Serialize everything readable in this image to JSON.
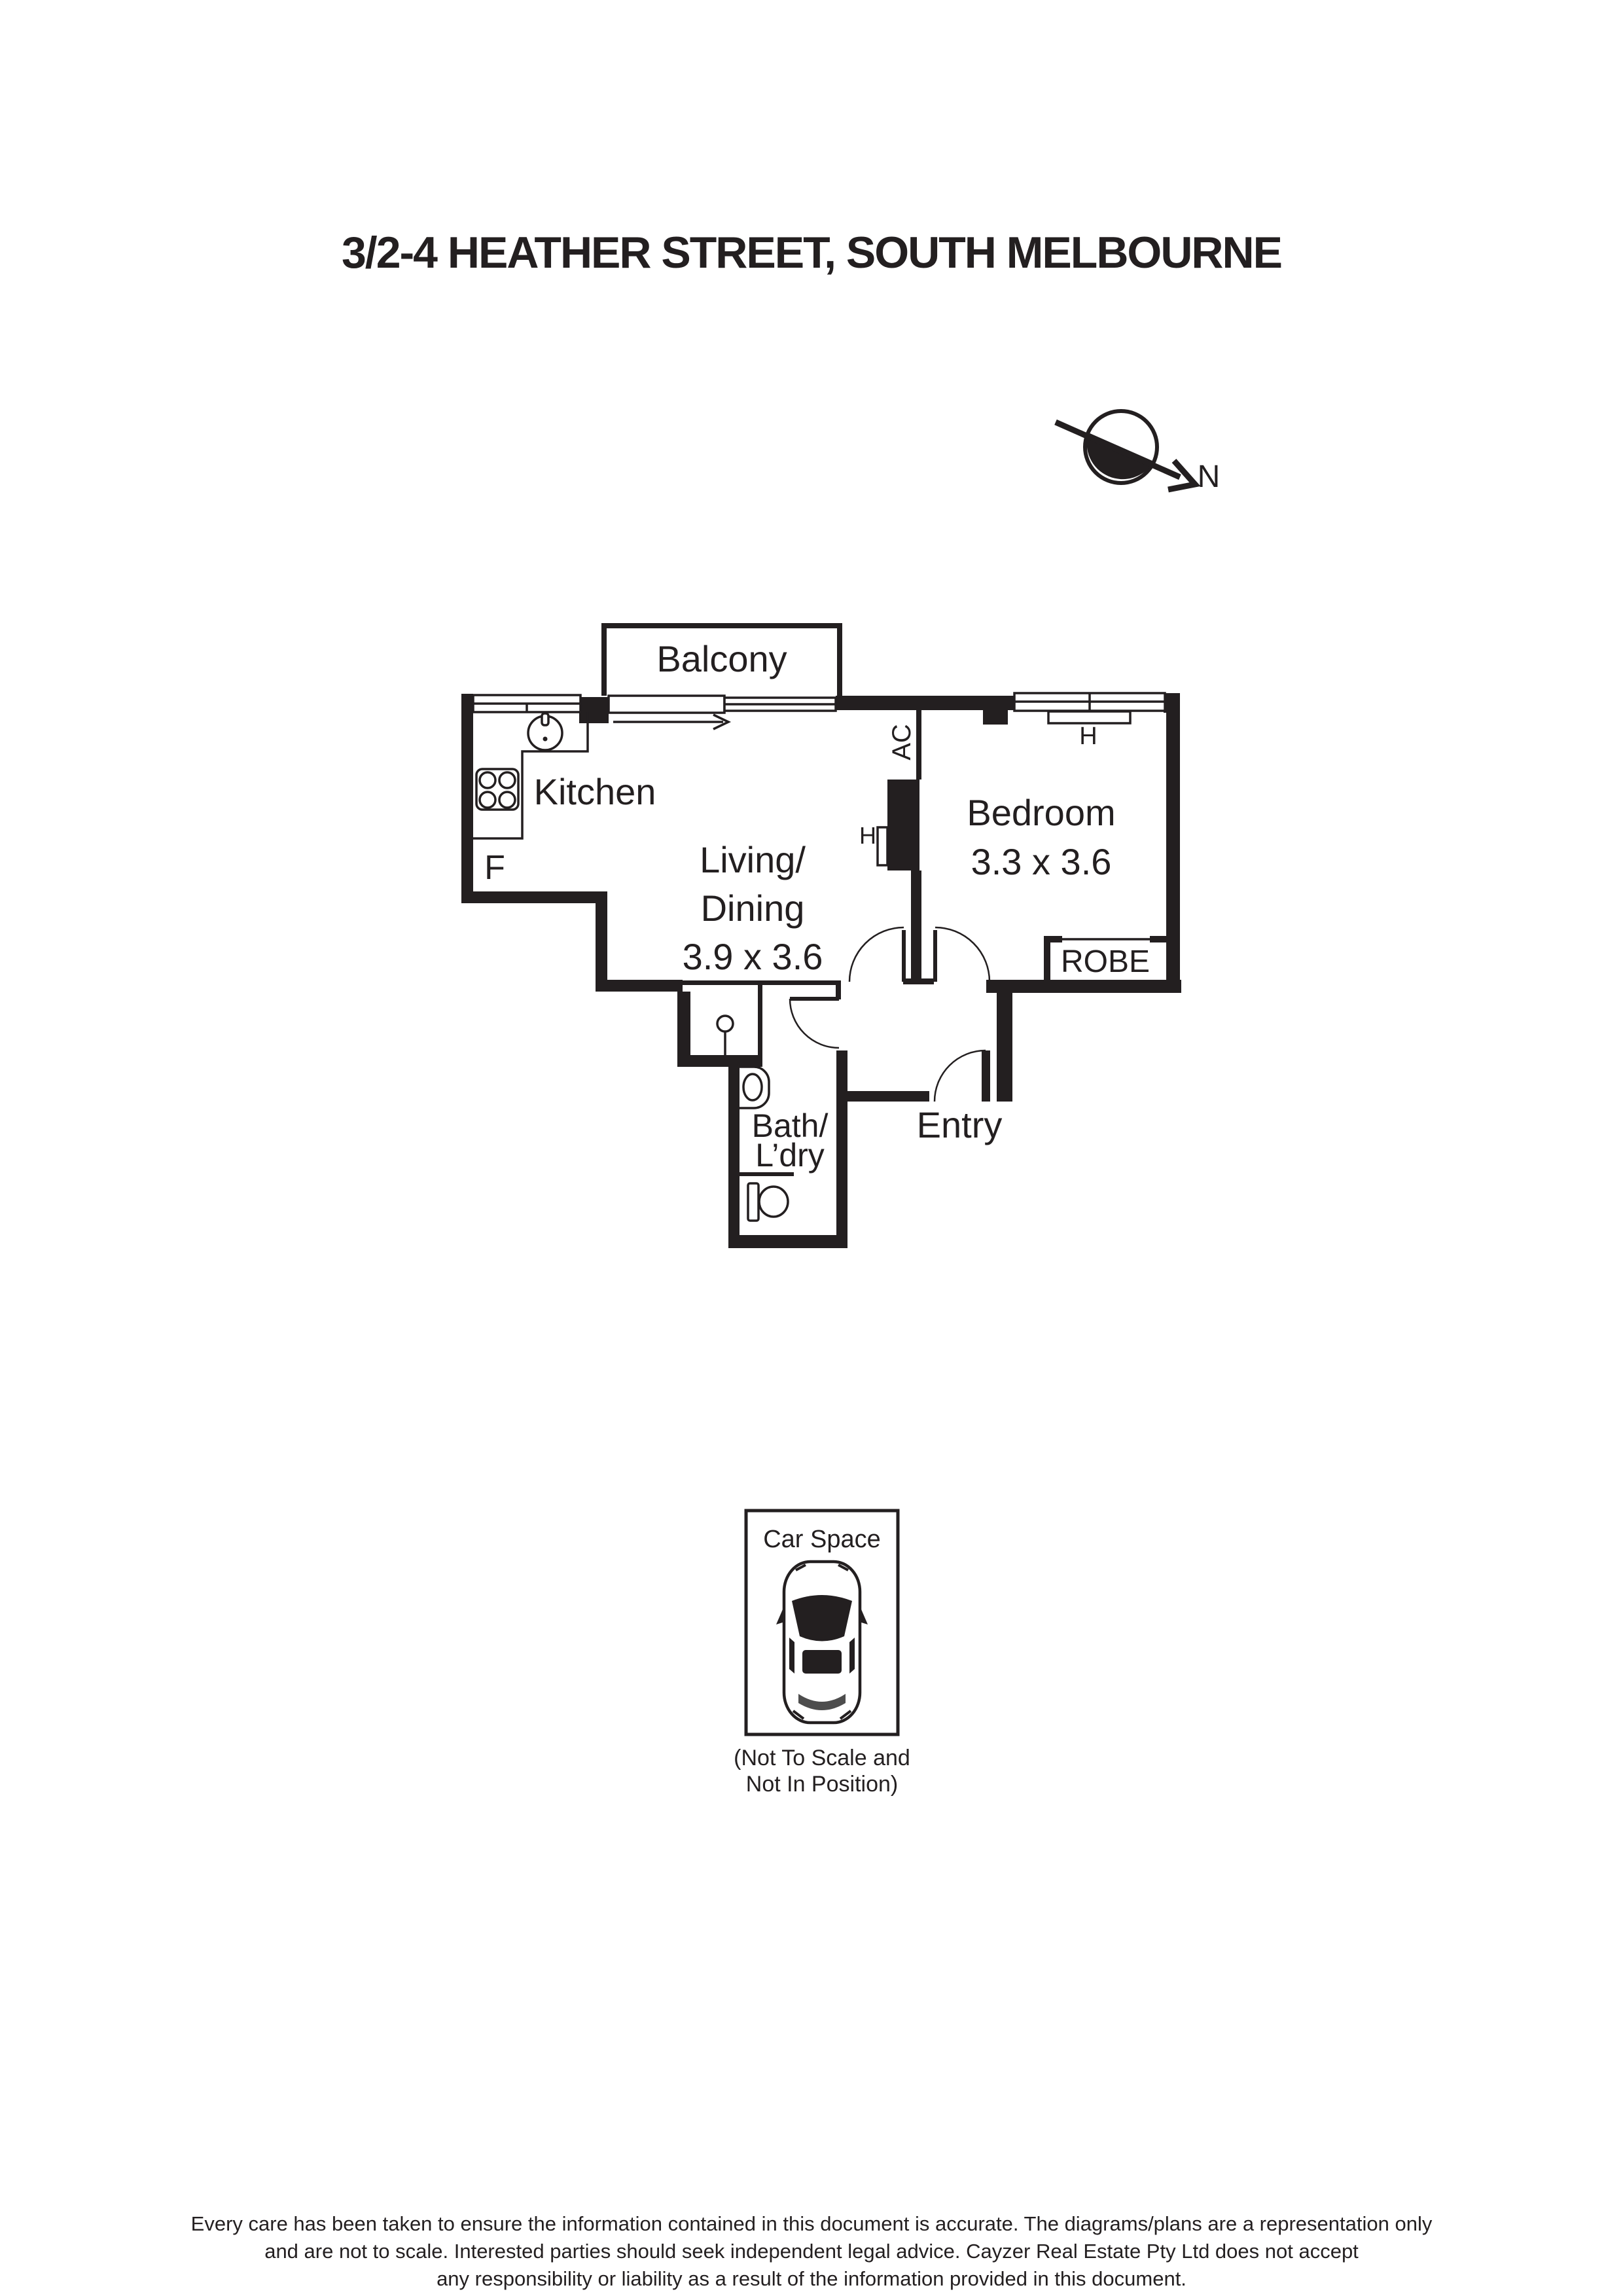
{
  "title": "3/2-4 HEATHER STREET, SOUTH MELBOURNE",
  "compass": {
    "north_label": "N"
  },
  "plan": {
    "balcony": {
      "label": "Balcony"
    },
    "kitchen": {
      "label": "Kitchen",
      "fridge_label": "F"
    },
    "living": {
      "name_line1": "Living/",
      "name_line2": "Dining",
      "dims": "3.9 x 3.6"
    },
    "bedroom": {
      "label": "Bedroom",
      "dims": "3.3 x 3.6",
      "heater_label": "H"
    },
    "ac_label": "AC",
    "living_heater_label": "H",
    "robe_label": "ROBE",
    "entry_label": "Entry",
    "bath": {
      "name_line1": "Bath/",
      "name_line2": "L’dry"
    }
  },
  "car_space": {
    "label": "Car Space",
    "note_line1": "(Not To Scale and",
    "note_line2": "Not In Position)"
  },
  "disclaimer": {
    "line1": "Every care has been taken to ensure the information contained in this document is accurate. The diagrams/plans are a representation only",
    "line2": "and are not to scale. Interested parties should seek independent legal advice. Cayzer Real Estate Pty Ltd does not accept",
    "line3": "any responsibility or liability as a result of the information provided in this document."
  },
  "colors": {
    "ink": "#231f20",
    "paper": "#ffffff",
    "car_rear_shade": "#4d4d4d"
  }
}
